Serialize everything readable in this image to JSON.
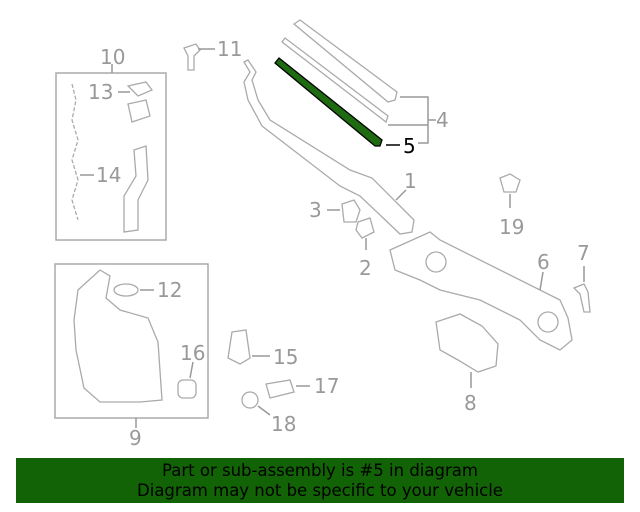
{
  "diagram": {
    "selected_part": "5",
    "highlight_color": "#1e6b12",
    "labels": {
      "p1": "1",
      "p2": "2",
      "p3": "3",
      "p4": "4",
      "p5": "5",
      "p6": "6",
      "p7": "7",
      "p8": "8",
      "p9": "9",
      "p10": "10",
      "p11": "11",
      "p12": "12",
      "p13": "13",
      "p14": "14",
      "p15": "15",
      "p16": "16",
      "p17": "17",
      "p18": "18",
      "p19": "19"
    }
  },
  "banner": {
    "line1": "Part or sub-assembly is #5 in diagram",
    "line2": "Diagram may not be specific to your vehicle",
    "color": "#126206"
  }
}
